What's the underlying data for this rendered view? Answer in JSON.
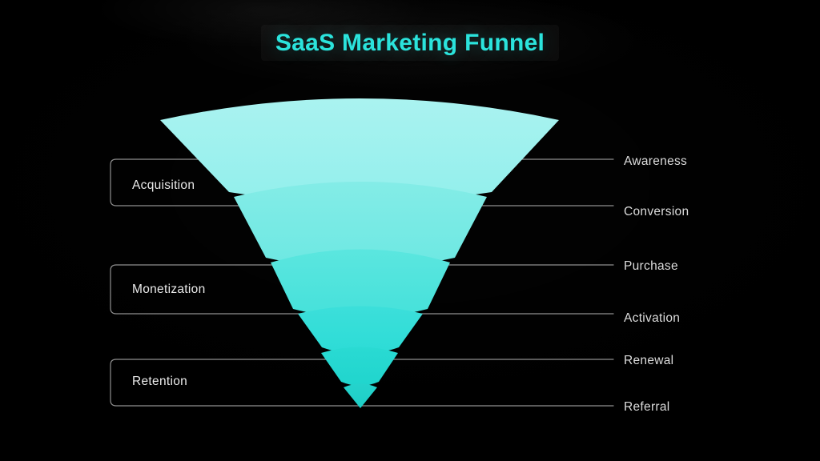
{
  "title": "SaaS Marketing Funnel",
  "phases": [
    {
      "label": "Acquisition"
    },
    {
      "label": "Monetization"
    },
    {
      "label": "Retention"
    }
  ],
  "stages": [
    {
      "label": "Awareness"
    },
    {
      "label": "Conversion"
    },
    {
      "label": "Purchase"
    },
    {
      "label": "Activation"
    },
    {
      "label": "Renewal"
    },
    {
      "label": "Referral"
    }
  ],
  "colors": {
    "background": "#000000",
    "title": "#2be3dc",
    "line": "#a0a0a0",
    "phase_text": "#eaeaea",
    "stage_text": "#dcdcdc",
    "segments": [
      {
        "top": "#aaf3f0",
        "bottom": "#92efec"
      },
      {
        "top": "#84ece7",
        "bottom": "#6ce8e2"
      },
      {
        "top": "#5be6df",
        "bottom": "#45e1da"
      },
      {
        "top": "#3cdfda",
        "bottom": "#2cdcd6"
      },
      {
        "top": "#2adad3",
        "bottom": "#20d5cd"
      },
      {
        "top": "#25d3cc",
        "bottom": "#1dcfc7"
      }
    ]
  }
}
